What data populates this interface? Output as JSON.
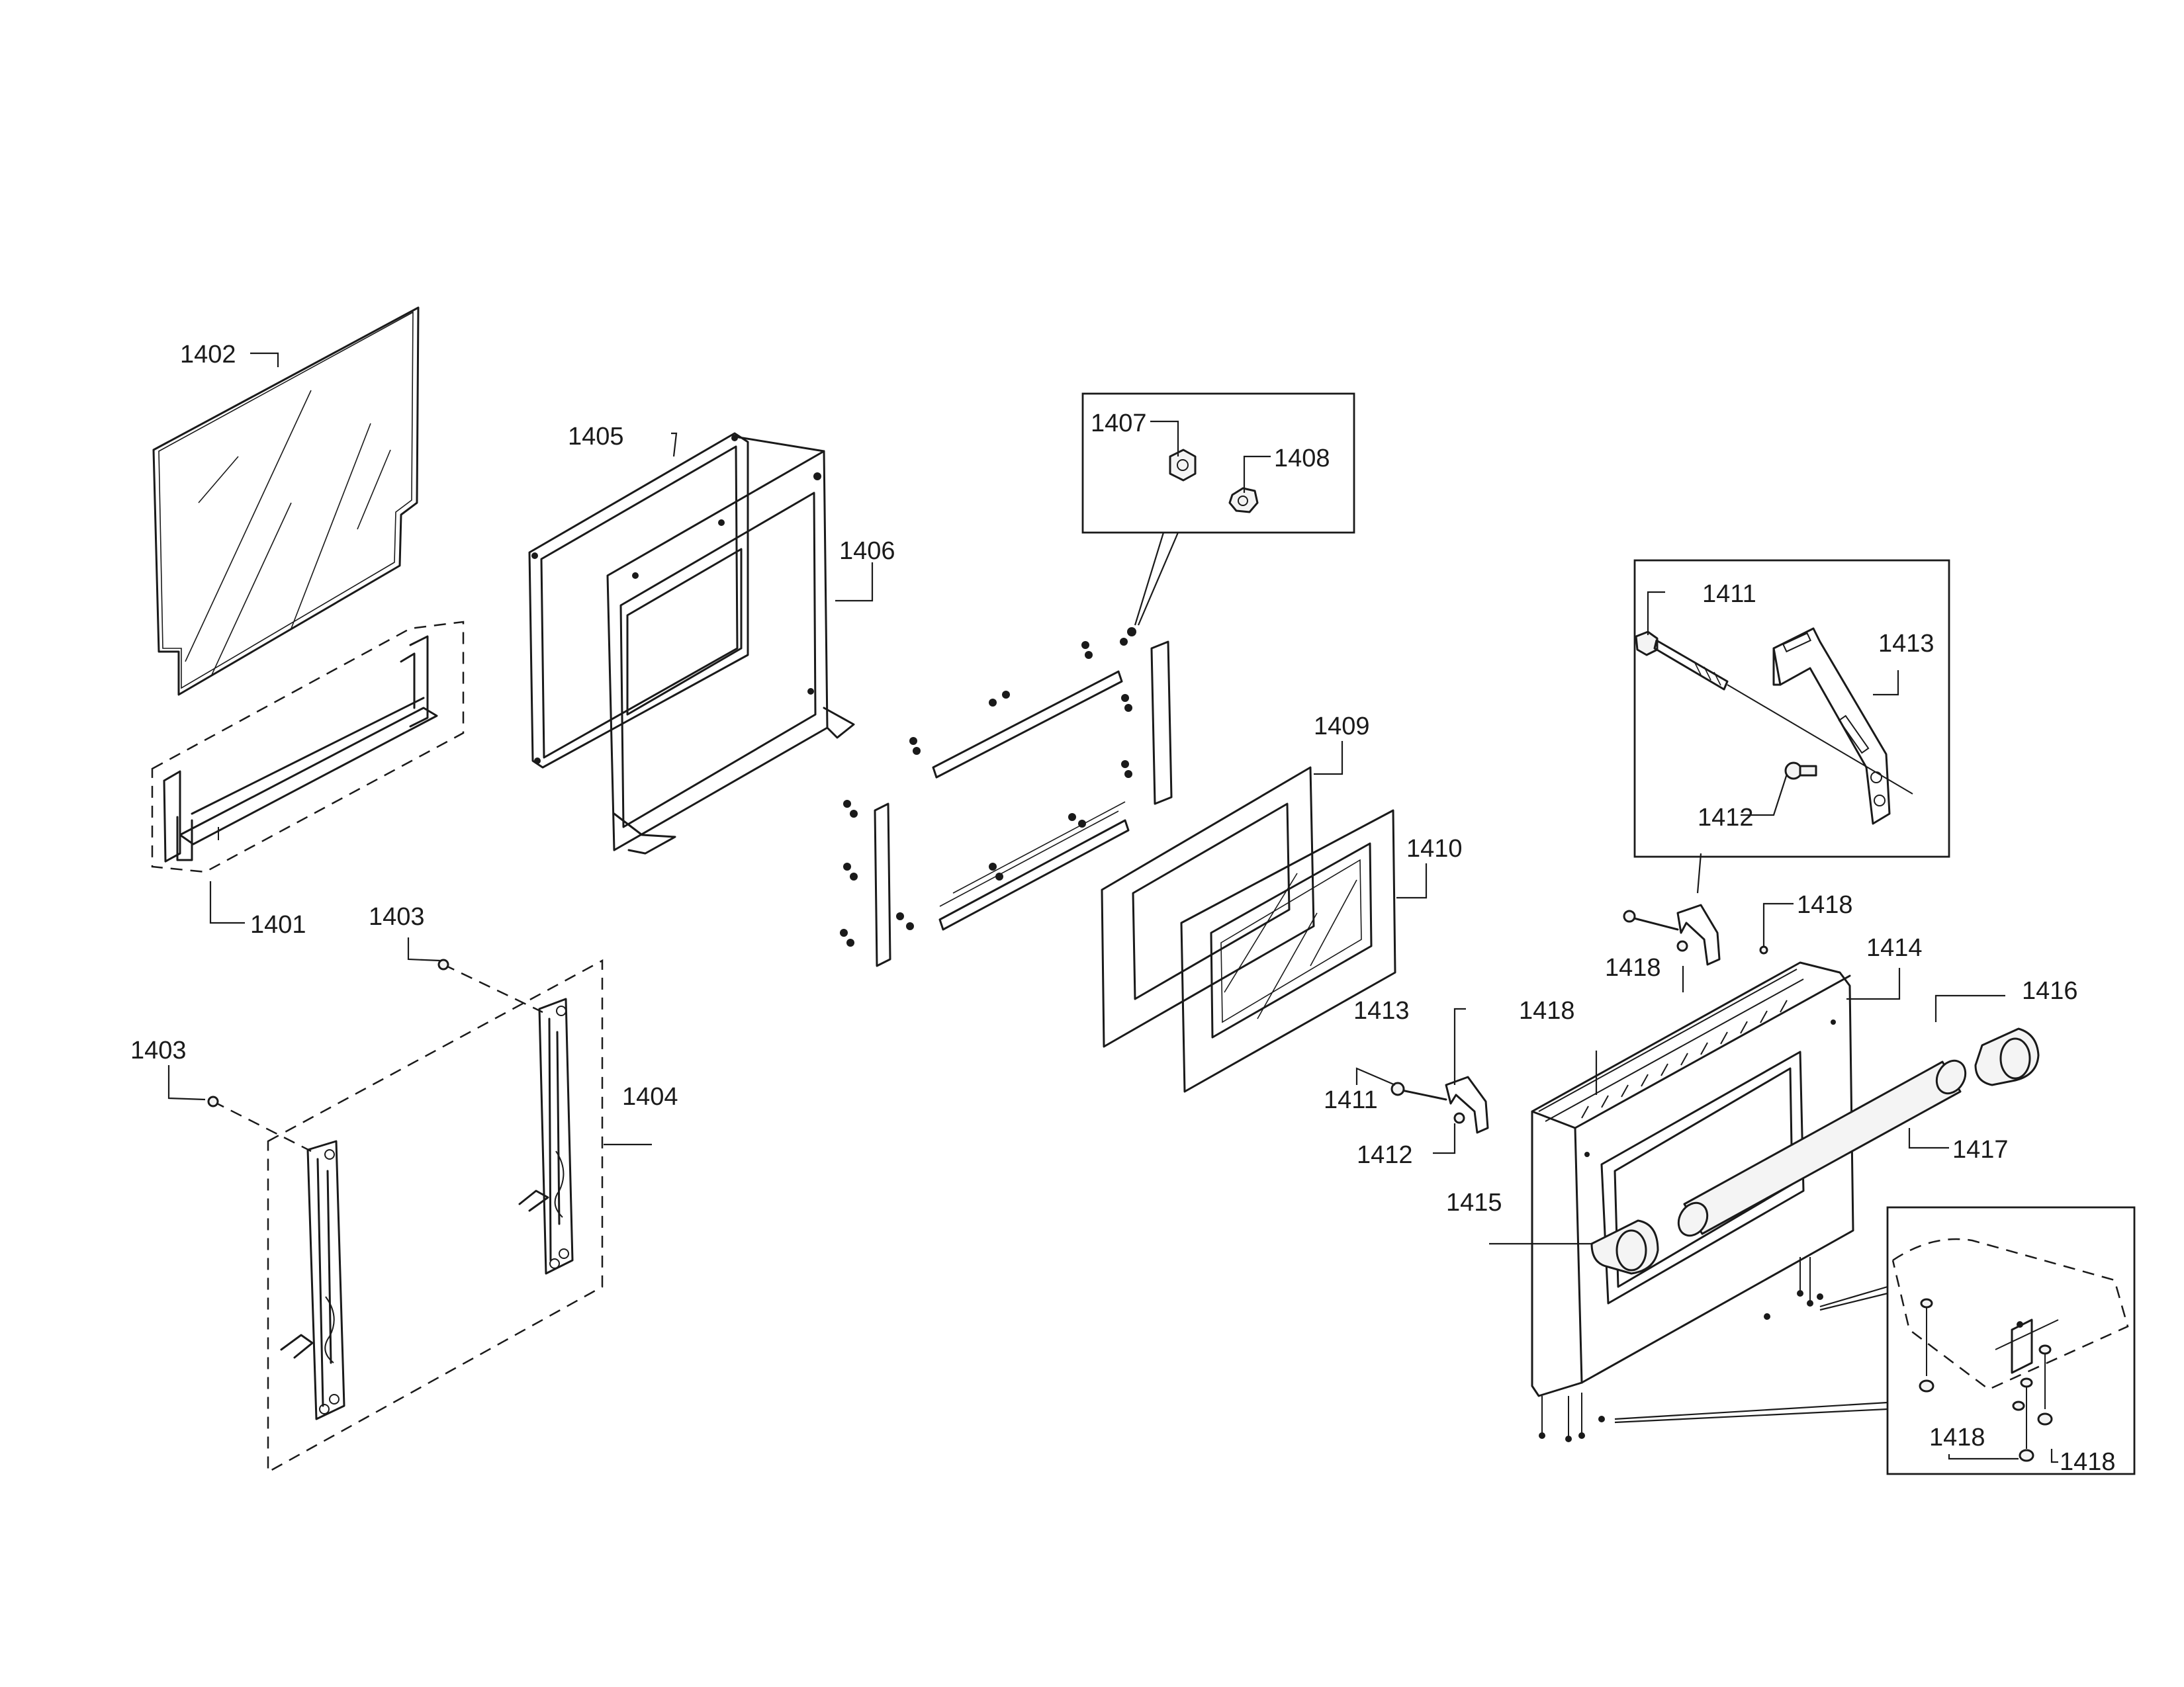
{
  "diagram": {
    "type": "exploded-parts-view",
    "part_numbers": {
      "p1401": "1401",
      "p1402": "1402",
      "p1403a": "1403",
      "p1403b": "1403",
      "p1404": "1404",
      "p1405": "1405",
      "p1406": "1406",
      "p1407": "1407",
      "p1408": "1408",
      "p1409": "1409",
      "p1410": "1410",
      "p1411a": "1411",
      "p1411b": "1411",
      "p1412a": "1412",
      "p1412b": "1412",
      "p1413a": "1413",
      "p1413b": "1413",
      "p1414": "1414",
      "p1415": "1415",
      "p1416": "1416",
      "p1417": "1417",
      "p1418a": "1418",
      "p1418b": "1418",
      "p1418c": "1418",
      "p1418d": "1418",
      "p1418e": "1418"
    }
  }
}
